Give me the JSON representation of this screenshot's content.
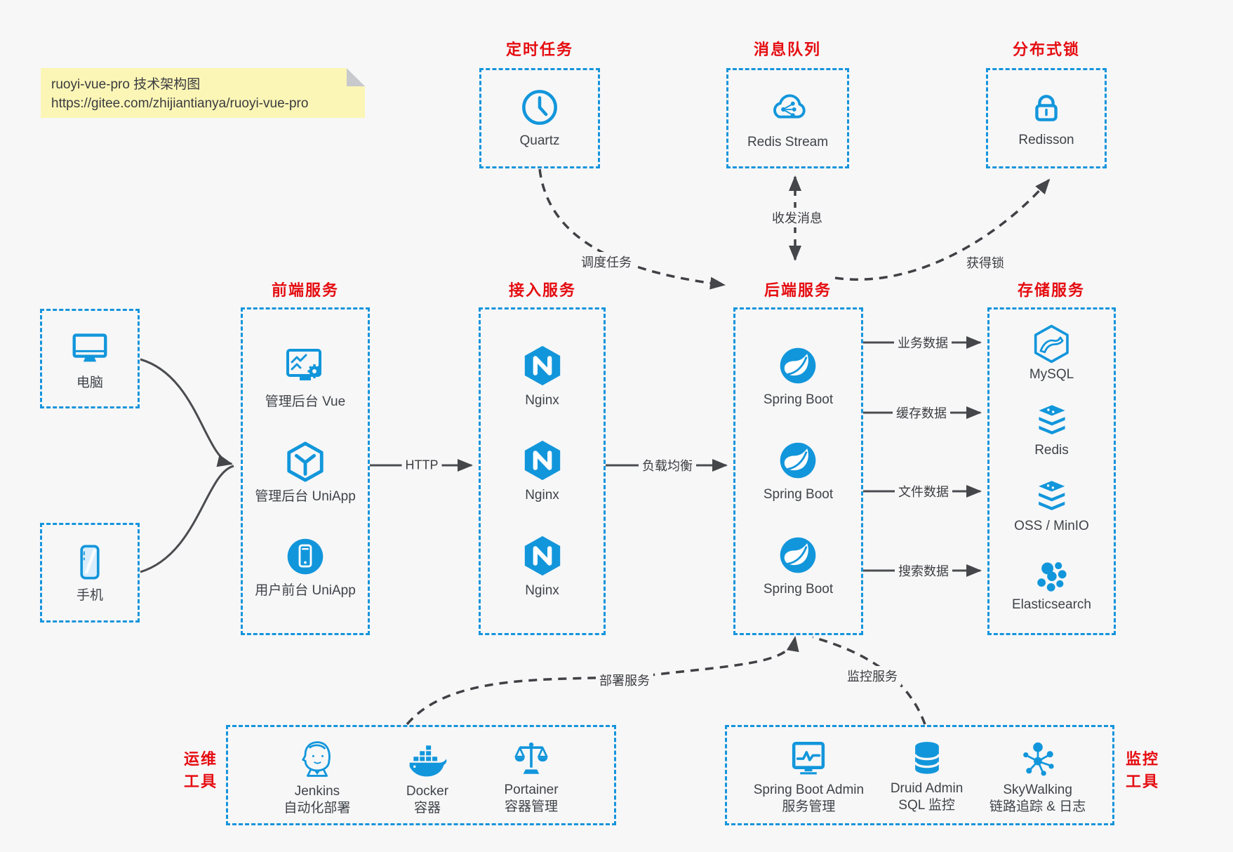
{
  "colors": {
    "background": "#f7f7f8",
    "box_border_blue": "#1594dc",
    "icon_blue": "#1296db",
    "title_red": "#e50d11",
    "arrow_dark": "#45464a",
    "note_yellow": "#fbf6b6",
    "label_gray": "#3f4348"
  },
  "note": {
    "title": "ruoyi-vue-pro 技术架构图",
    "url": "https://gitee.com/zhijiantianya/ruoyi-vue-pro"
  },
  "top_groups": [
    {
      "title": "定时任务",
      "item": {
        "icon": "clock-icon",
        "label": "Quartz"
      }
    },
    {
      "title": "消息队列",
      "item": {
        "icon": "cloud-stream-icon",
        "label": "Redis Stream"
      }
    },
    {
      "title": "分布式锁",
      "item": {
        "icon": "lock-icon",
        "label": "Redisson"
      }
    }
  ],
  "clients": [
    {
      "icon": "desktop-icon",
      "label": "电脑"
    },
    {
      "icon": "smartphone-icon",
      "label": "手机"
    }
  ],
  "columns": [
    {
      "title": "前端服务",
      "items": [
        {
          "icon": "admin-vue-icon",
          "label": "管理后台 Vue"
        },
        {
          "icon": "uniapp-cube-icon",
          "label": "管理后台 UniApp"
        },
        {
          "icon": "user-app-icon",
          "label": "用户前台 UniApp"
        }
      ]
    },
    {
      "title": "接入服务",
      "items": [
        {
          "icon": "nginx-icon",
          "label": "Nginx"
        },
        {
          "icon": "nginx-icon",
          "label": "Nginx"
        },
        {
          "icon": "nginx-icon",
          "label": "Nginx"
        }
      ]
    },
    {
      "title": "后端服务",
      "items": [
        {
          "icon": "spring-boot-icon",
          "label": "Spring Boot"
        },
        {
          "icon": "spring-boot-icon",
          "label": "Spring Boot"
        },
        {
          "icon": "spring-boot-icon",
          "label": "Spring Boot"
        }
      ]
    },
    {
      "title": "存储服务",
      "items": [
        {
          "icon": "mysql-icon",
          "label": "MySQL"
        },
        {
          "icon": "redis-stack-icon",
          "label": "Redis"
        },
        {
          "icon": "oss-stack-icon",
          "label": "OSS / MinIO"
        },
        {
          "icon": "elasticsearch-icon",
          "label": "Elasticsearch"
        }
      ]
    }
  ],
  "bottom_groups": [
    {
      "side_label": [
        "运维",
        "工具"
      ],
      "items": [
        {
          "icon": "jenkins-icon",
          "label": "Jenkins",
          "sublabel": "自动化部署"
        },
        {
          "icon": "docker-icon",
          "label": "Docker",
          "sublabel": "容器"
        },
        {
          "icon": "portainer-icon",
          "label": "Portainer",
          "sublabel": "容器管理"
        }
      ]
    },
    {
      "side_label": [
        "监控",
        "工具"
      ],
      "items": [
        {
          "icon": "spring-boot-admin-icon",
          "label": "Spring Boot Admin",
          "sublabel": "服务管理"
        },
        {
          "icon": "druid-icon",
          "label": "Druid Admin",
          "sublabel": "SQL 监控"
        },
        {
          "icon": "skywalking-icon",
          "label": "SkyWalking",
          "sublabel": "链路追踪 & 日志"
        }
      ]
    }
  ],
  "edge_labels": {
    "schedule": "调度任务",
    "message": "收发消息",
    "lock": "获得锁",
    "http": "HTTP",
    "load_balance": "负载均衡",
    "business_data": "业务数据",
    "cache_data": "缓存数据",
    "file_data": "文件数据",
    "search_data": "搜索数据",
    "deploy": "部署服务",
    "monitor": "监控服务"
  }
}
